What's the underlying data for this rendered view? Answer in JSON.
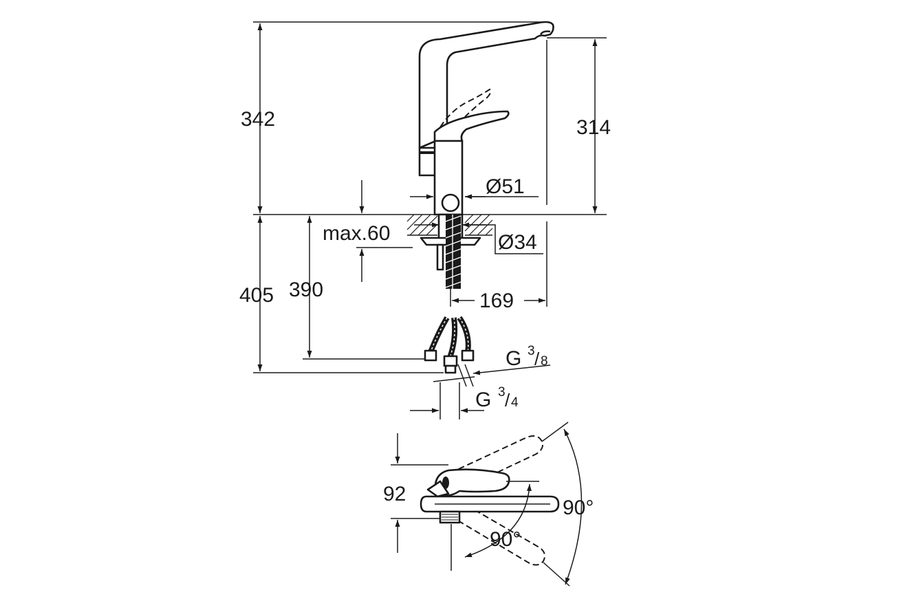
{
  "drawing": {
    "colors": {
      "line": "#1a1a1a",
      "background": "#ffffff"
    },
    "dimensions": {
      "overall_height": "342",
      "spout_height": "314",
      "body_diameter": "Ø51",
      "hole_diameter": "Ø34",
      "max_thickness": "max.60",
      "below_height": "405",
      "hose_length": "390",
      "projection": "169",
      "hose_connection": "G",
      "hose_thread_num": "3",
      "hose_thread_den": "8",
      "supply_connection": "G",
      "supply_thread_num": "3",
      "supply_thread_den": "4",
      "handle_height": "92",
      "swing_angle": "90°",
      "lever_angle": "90°"
    }
  }
}
